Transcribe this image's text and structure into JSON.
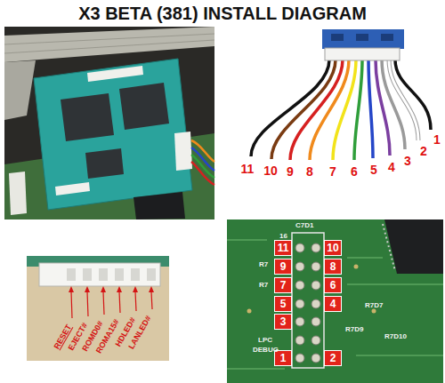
{
  "diagram": {
    "title": "X3 BETA (381) INSTALL DIAGRAM",
    "nodes": [
      {
        "text": [
          "11"
        ]
      },
      {
        "text": [
          "10"
        ]
      },
      {
        "text": [
          "9"
        ]
      },
      {
        "text": [
          "8"
        ]
      },
      {
        "text": [
          "7"
        ]
      },
      {
        "text": [
          "6"
        ]
      },
      {
        "text": [
          "5"
        ]
      },
      {
        "text": [
          "4"
        ]
      },
      {
        "text": [
          "3"
        ]
      },
      {
        "text": [
          "1"
        ]
      },
      {
        "text": [
          "2"
        ]
      }
    ],
    "labels": [
      "11",
      "10",
      "9",
      "8",
      "7",
      "6",
      "5",
      "4",
      "3",
      "2",
      "1",
      "RESET",
      "EJECT#",
      "ROMD0#",
      "ROMA15#",
      "HDLED#",
      "LANLED#",
      "C7D1",
      "16",
      "R7",
      "R7",
      "LPC",
      "DEBUG",
      "R7D7",
      "R7D9",
      "R7D10"
    ]
  }
}
